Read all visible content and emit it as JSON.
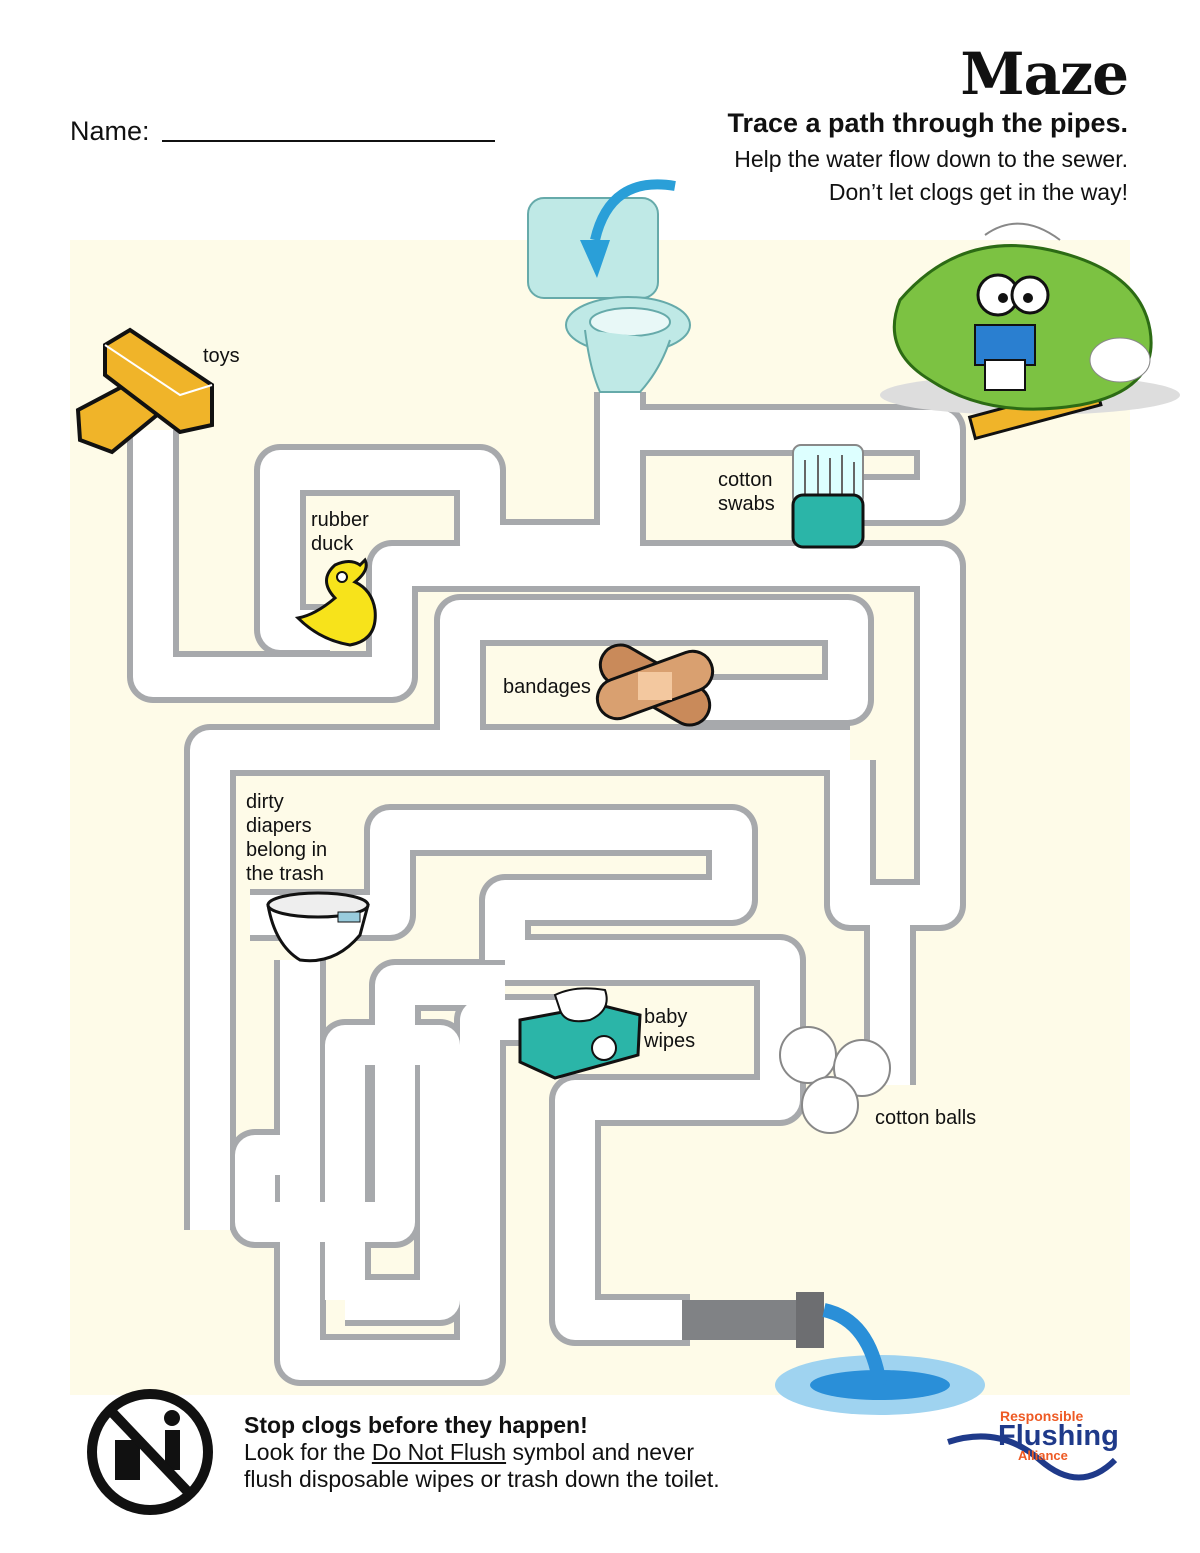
{
  "header": {
    "title": "Maze",
    "name_label": "Name:",
    "instruction": "Trace a path through the pipes.",
    "subtitle_line1": "Help the water flow down to the sewer.",
    "subtitle_line2": "Don’t let clogs get in the way!"
  },
  "labels": {
    "toys": "toys",
    "rubber_duck_1": "rubber",
    "rubber_duck_2": "duck",
    "cotton_swabs_1": "cotton",
    "cotton_swabs_2": "swabs",
    "bandages": "bandages",
    "diapers_1": "dirty",
    "diapers_2": "diapers",
    "diapers_3": "belong in",
    "diapers_4": "the trash",
    "baby_wipes_1": "baby",
    "baby_wipes_2": "wipes",
    "cotton_balls": "cotton balls"
  },
  "footer": {
    "headline": "Stop clogs before they happen!",
    "line1_pre": "Look for the ",
    "line1_link": "Do Not Flush",
    "line1_post": " symbol and never",
    "line2": "flush disposable wipes or trash down the toilet."
  },
  "logo": {
    "line1": "Responsible",
    "line2": "Flushing",
    "line3": "Alliance"
  },
  "colors": {
    "pipe_outline": "#a7a9ac",
    "pipe_fill": "#ffffff",
    "background": "#fefbe8",
    "accent_blue": "#1f3a8a",
    "accent_orange": "#ee5a24",
    "teal": "#2bb5a8",
    "lego": "#f0b429"
  }
}
